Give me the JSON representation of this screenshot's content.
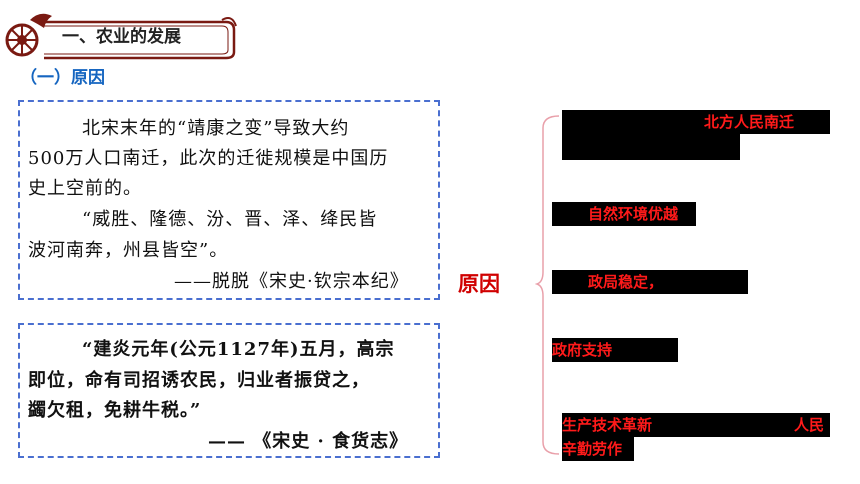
{
  "header": {
    "title": "一、农业的发展",
    "subtitle": "（一）原因"
  },
  "quote1": {
    "lines": [
      "北宋末年的“靖康之变”导致大约",
      "500万人口南迁，此次的迁徙规模是中国历",
      "史上空前的。",
      "“威胜、隆德、汾、晋、泽、绛民皆",
      "波河南奔，州县皆空”。",
      "——脱脱《宋史·钦宗本纪》"
    ]
  },
  "quote2": {
    "lines": [
      "“建炎元年(公元1127年)五月，高宗",
      "即位，命有司招诱农民，归业者振贷之，",
      "蠲欠租，免耕牛税。”",
      "—— 《宋史 · 食货志》"
    ]
  },
  "center_label": "原因",
  "reasons": [
    {
      "visible": "北方人民南迁"
    },
    {
      "visible": "自然环境优越"
    },
    {
      "visible": "政局稳定，"
    },
    {
      "visible": "政府支持"
    },
    {
      "visible_a": "生产技术革新",
      "visible_b": "人民",
      "visible_c": "辛勤劳作"
    }
  ],
  "colors": {
    "accent_blue": "#1565c0",
    "dash_blue": "#4a6fd0",
    "reason_red": "#ff1a1a",
    "label_red": "#d00000"
  }
}
